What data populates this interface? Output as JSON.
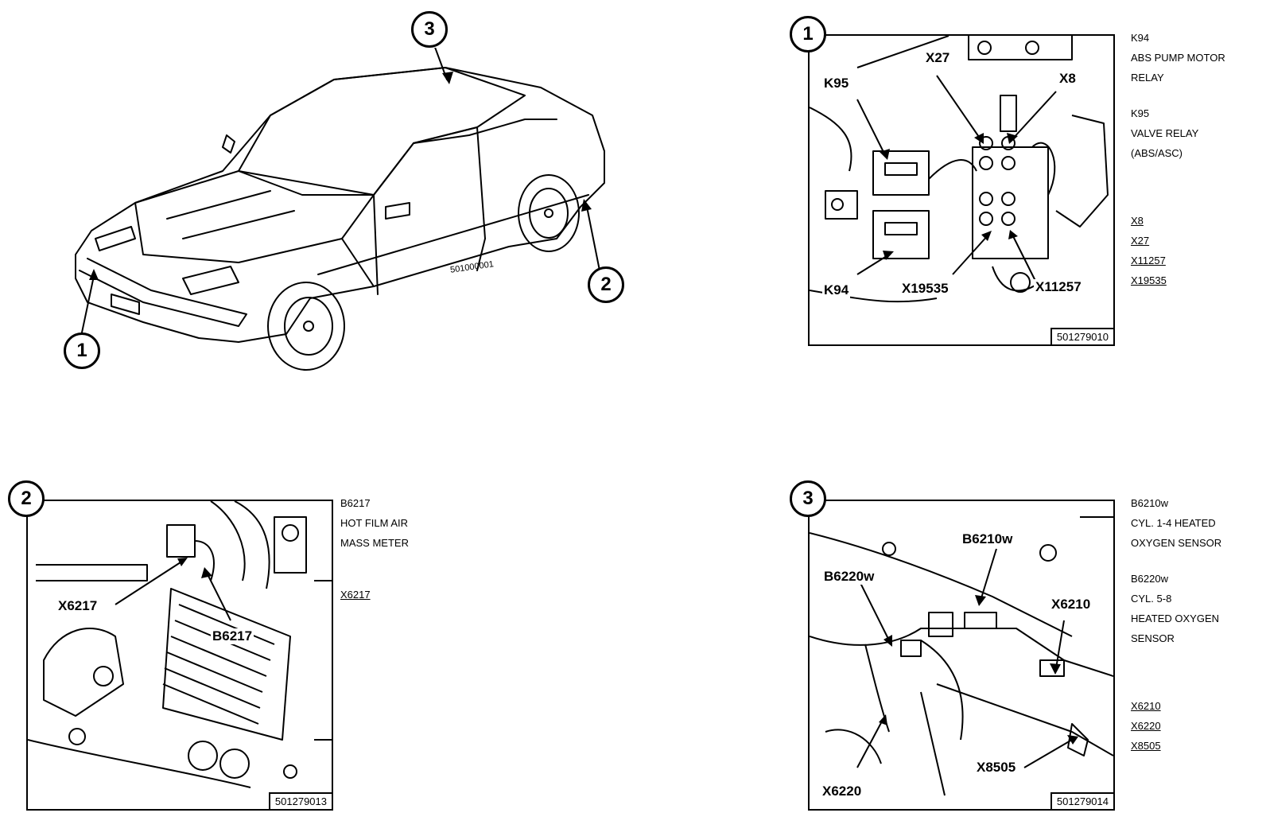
{
  "callouts": {
    "c1": "1",
    "c2": "2",
    "c3": "3"
  },
  "car": {
    "id": "501000001"
  },
  "panel1": {
    "callout": "1",
    "code": "501279010",
    "labels": {
      "k95": "K95",
      "x27": "X27",
      "x8": "X8",
      "k94": "K94",
      "x19535": "X19535",
      "x11257": "X11257"
    },
    "desc": [
      [
        "K94",
        "ABS PUMP MOTOR",
        "RELAY"
      ],
      [
        "K95",
        "VALVE RELAY",
        "(ABS/ASC)"
      ]
    ],
    "connectors": [
      "X8",
      "X27",
      "X11257",
      "X19535"
    ]
  },
  "panel2": {
    "callout": "2",
    "code": "501279013",
    "labels": {
      "x6217": "X6217",
      "b6217": "B6217"
    },
    "desc": [
      [
        "B6217",
        "HOT FILM AIR",
        "MASS METER"
      ]
    ],
    "connectors": [
      "X6217"
    ]
  },
  "panel3": {
    "callout": "3",
    "code": "501279014",
    "labels": {
      "b6210w": "B6210w",
      "b6220w": "B6220w",
      "x6210": "X6210",
      "x8505": "X8505",
      "x6220": "X6220"
    },
    "desc": [
      [
        "B6210w",
        "CYL. 1-4 HEATED",
        "OXYGEN SENSOR"
      ],
      [
        "B6220w",
        "CYL. 5-8",
        "HEATED OXYGEN",
        "SENSOR"
      ]
    ],
    "connectors": [
      "X6210",
      "X6220",
      "X8505"
    ]
  }
}
